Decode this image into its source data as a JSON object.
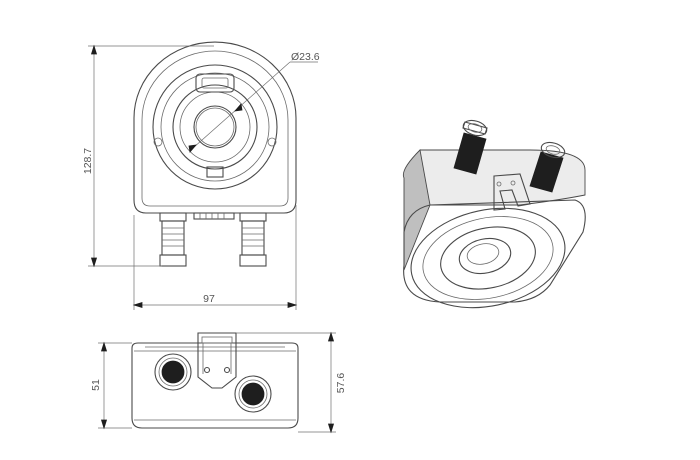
{
  "dimensions": {
    "diameter": "Ø23.6",
    "height": "128.7",
    "width": "97",
    "hole_spacing": "51",
    "depth": "57.6"
  }
}
